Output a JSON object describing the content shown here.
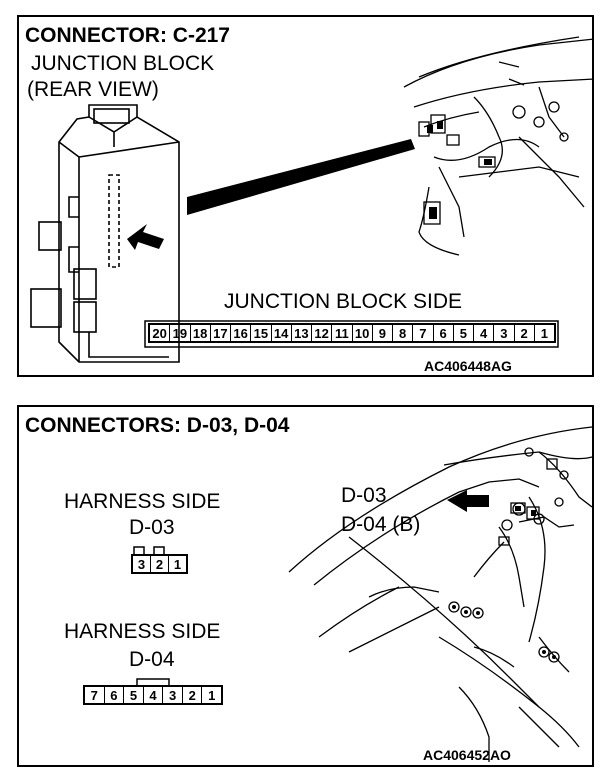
{
  "panel1": {
    "title": "CONNECTOR: C-217",
    "subtitle_line1": "JUNCTION BLOCK",
    "subtitle_line2": "(REAR VIEW)",
    "side_label": "JUNCTION BLOCK SIDE",
    "pins": [
      "20",
      "19",
      "18",
      "17",
      "16",
      "15",
      "14",
      "13",
      "12",
      "11",
      "10",
      "9",
      "8",
      "7",
      "6",
      "5",
      "4",
      "3",
      "2",
      "1"
    ],
    "figure_code": "AC406448AG"
  },
  "panel2": {
    "title": "CONNECTORS: D-03, D-04",
    "harness1_label": "HARNESS SIDE",
    "harness1_code": "D-03",
    "harness1_pins": [
      "3",
      "2",
      "1"
    ],
    "harness2_label": "HARNESS SIDE",
    "harness2_code": "D-04",
    "harness2_pins": [
      "7",
      "6",
      "5",
      "4",
      "3",
      "2",
      "1"
    ],
    "callout1": "D-03",
    "callout2": "D-04 (B)",
    "figure_code": "AC406452AO"
  }
}
